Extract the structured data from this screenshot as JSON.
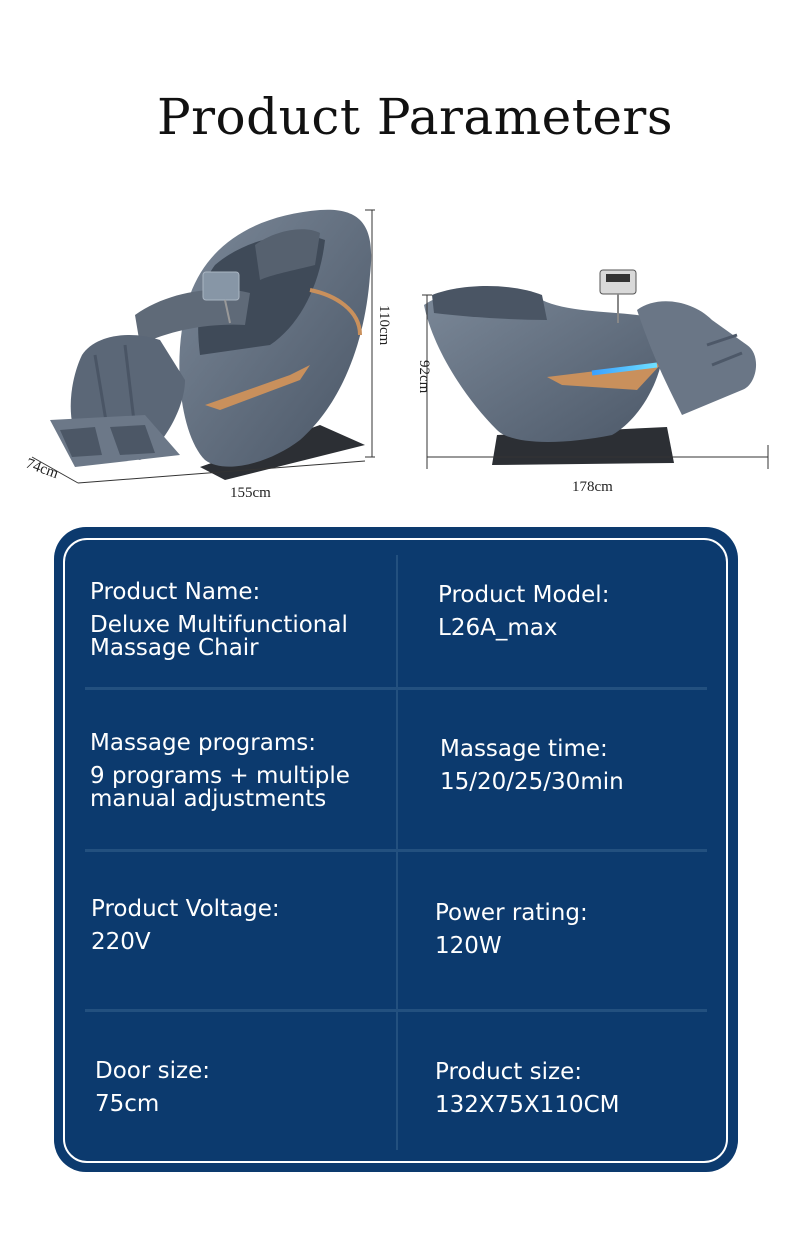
{
  "page_title": "Product Parameters",
  "dimensions": {
    "left_figure": {
      "width": "74cm",
      "length": "155cm",
      "height": "110cm"
    },
    "right_figure": {
      "height": "92cm",
      "length": "178cm"
    }
  },
  "colors": {
    "panel": "#0c3a6e",
    "divider": "#23507f",
    "chair": "#5f6e80",
    "accent": "#c9905c"
  },
  "specs": [
    {
      "label": "Product Name:",
      "value": "Deluxe Multifunctional\nMassage Chair"
    },
    {
      "label": "Product Model:",
      "value": "L26A_max"
    },
    {
      "label": "Massage programs:",
      "value": "9 programs + multiple\nmanual adjustments"
    },
    {
      "label": "Massage time:",
      "value": "15/20/25/30min"
    },
    {
      "label": "Product Voltage:",
      "value": "220V"
    },
    {
      "label": "Power rating:",
      "value": "120W"
    },
    {
      "label": "Door size:",
      "value": "75cm"
    },
    {
      "label": "Product size:",
      "value": "132X75X110CM"
    }
  ]
}
